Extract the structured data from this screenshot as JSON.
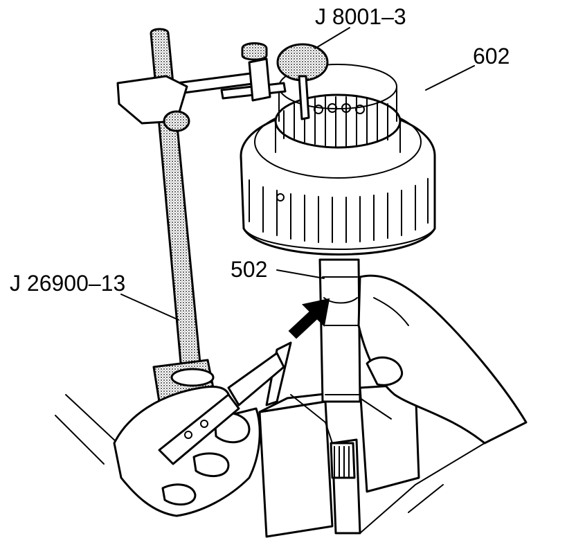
{
  "callouts": {
    "tool_dial_indicator": "J 8001–3",
    "part_602": "602",
    "part_502": "502",
    "tool_base": "J 26900–13"
  },
  "colors": {
    "ink": "#000000",
    "paper": "#ffffff"
  }
}
